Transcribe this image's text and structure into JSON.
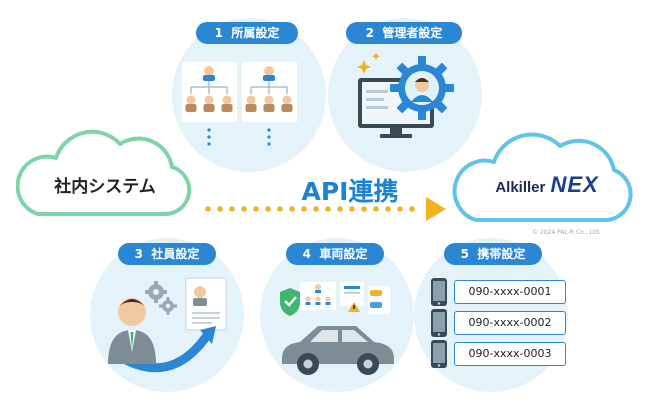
{
  "api_link": {
    "label": "API連携"
  },
  "clouds": {
    "left": {
      "label": "社内システム"
    },
    "right": {
      "logo_text": "Alkiller",
      "logo_emphasis": "NEX",
      "copyright": "© 2024 PAL-R Co., Ltd."
    }
  },
  "settings": [
    {
      "number": "1",
      "label": "所属設定"
    },
    {
      "number": "2",
      "label": "管理者設定"
    },
    {
      "number": "3",
      "label": "社員設定"
    },
    {
      "number": "4",
      "label": "車両設定"
    },
    {
      "number": "5",
      "label": "携帯設定"
    }
  ],
  "phones": [
    "090-xxxx-0001",
    "090-xxxx-0002",
    "090-xxxx-0003"
  ],
  "colors": {
    "accent": "#2b86d4",
    "circle_bg": "#e4f3fa",
    "left_cloud": "#7fd3a8",
    "right_cloud": "#61c3e8",
    "arrow": "#f4b222"
  }
}
